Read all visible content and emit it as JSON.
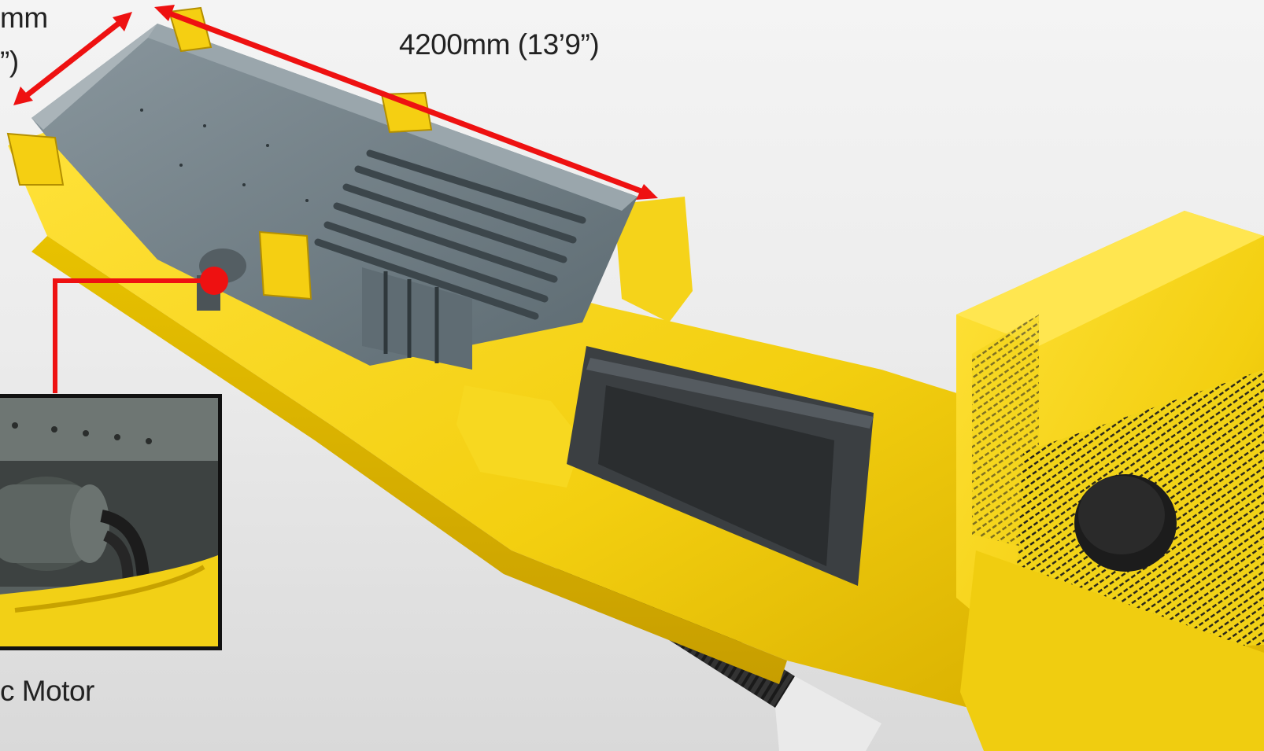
{
  "dimensions": {
    "length_label": "4200mm (13’9”)",
    "width_label_line1": "mm",
    "width_label_line2": "”)"
  },
  "callout": {
    "motor_label": "c Motor"
  },
  "colors": {
    "machine_yellow": "#f2d318",
    "steel_grey": "#6f7f87",
    "dimension_red": "#ee1111",
    "track_dark": "#2b2b2b",
    "background": "#e8e8e8"
  }
}
